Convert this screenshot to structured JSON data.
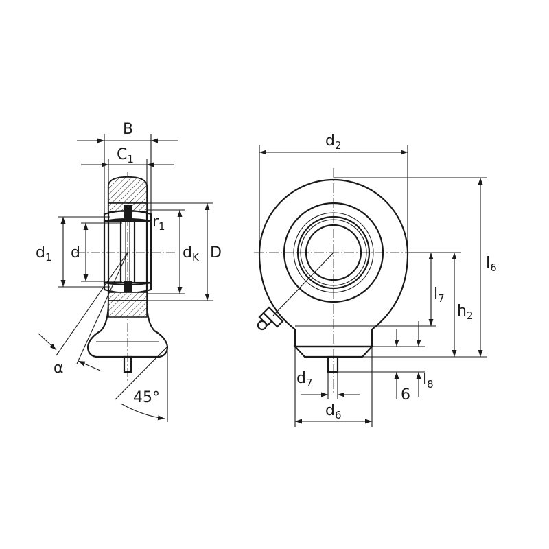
{
  "side_view": {
    "label_B": "B",
    "label_C": "C",
    "label_C_sub": "1",
    "label_r": "r",
    "label_r_sub": "1",
    "label_d1": "d",
    "label_d1_sub": "1",
    "label_d": "d",
    "label_dK": "d",
    "label_dK_sub": "K",
    "label_D": "D",
    "label_alpha": "α",
    "label_angle": "45°"
  },
  "front_view": {
    "label_d2": "d",
    "label_d2_sub": "2",
    "label_l6": "l",
    "label_l6_sub": "6",
    "label_l7": "l",
    "label_l7_sub": "7",
    "label_h2": "h",
    "label_h2_sub": "2",
    "label_d7": "d",
    "label_d7_sub": "7",
    "label_d6": "d",
    "label_d6_sub": "6",
    "label_l8": "l",
    "label_l8_sub": "8",
    "label_6": "6"
  }
}
